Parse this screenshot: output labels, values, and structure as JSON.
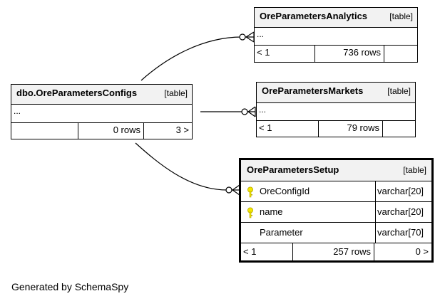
{
  "tables": {
    "configs": {
      "name": "dbo.OreParametersConfigs",
      "tag": "[table]",
      "body": "...",
      "footer": {
        "left": "",
        "rows": "0 rows",
        "right": "3 >"
      }
    },
    "analytics": {
      "name": "OreParametersAnalytics",
      "tag": "[table]",
      "body": "...",
      "footer": {
        "left": "< 1",
        "rows": "736 rows",
        "right": ""
      }
    },
    "markets": {
      "name": "OreParametersMarkets",
      "tag": "[table]",
      "body": "...",
      "footer": {
        "left": "< 1",
        "rows": "79 rows",
        "right": ""
      }
    },
    "setup": {
      "name": "OreParametersSetup",
      "tag": "[table]",
      "columns": [
        {
          "name": "OreConfigId",
          "type": "varchar[20]",
          "key": true
        },
        {
          "name": "name",
          "type": "varchar[20]",
          "key": true
        },
        {
          "name": "Parameter",
          "type": "varchar[70]",
          "key": false
        }
      ],
      "footer": {
        "left": "< 1",
        "rows": "257 rows",
        "right": "0 >"
      }
    }
  },
  "footer_text": "Generated by SchemaSpy",
  "colors": {
    "key": "#f2e600",
    "header_bg": "#f2f2f2"
  }
}
